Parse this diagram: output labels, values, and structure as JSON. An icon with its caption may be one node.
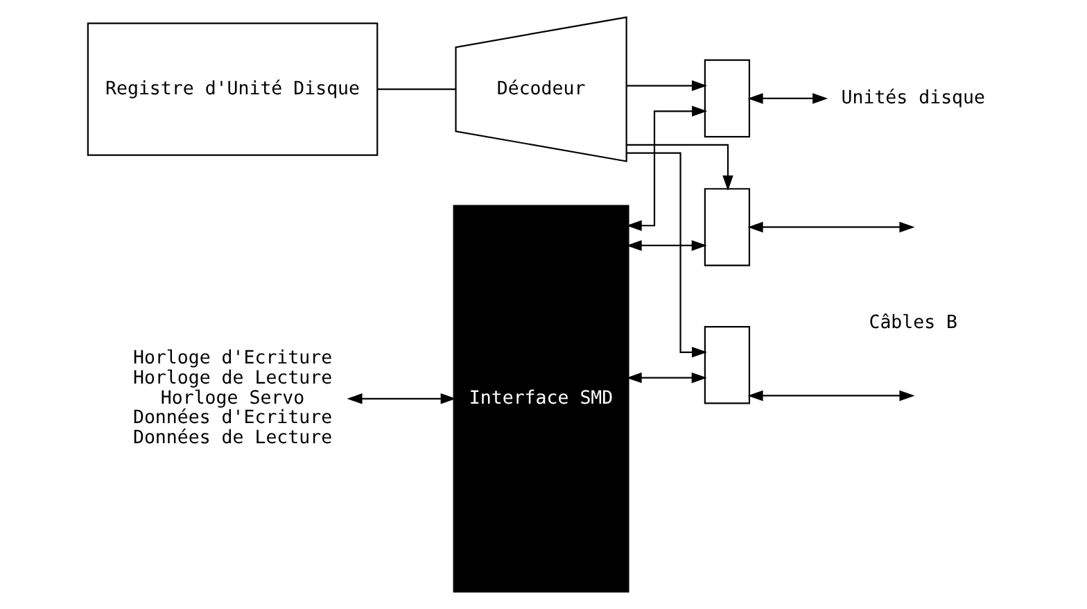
{
  "diagram": {
    "nodes": [
      {
        "text": [
          "Registre d'Unité Disque"
        ]
      },
      {
        "text": [
          "Décodeur"
        ]
      },
      {
        "text": [
          "Interface SMD"
        ]
      },
      {
        "text": [],
        "shape": "box"
      },
      {
        "text": [],
        "shape": "box"
      },
      {
        "text": [],
        "shape": "box"
      },
      {
        "text": [
          "Unités disque"
        ]
      },
      {
        "text": [
          "Horloge d'Ecriture",
          "Horloge de Lecture",
          "Horloge Servo",
          "Données d'Ecriture",
          "Données de Lecture"
        ]
      }
    ],
    "edges": [
      {
        "from": 0,
        "to": 1,
        "arrow": "none"
      },
      {
        "from": 1,
        "to": 3,
        "arrow": "to"
      },
      {
        "from": 1,
        "to": 4,
        "arrow": "to"
      },
      {
        "from": 1,
        "to": 5,
        "arrow": "to"
      },
      {
        "from": 2,
        "to": 3,
        "arrow": "both"
      },
      {
        "from": 2,
        "to": 4,
        "arrow": "both"
      },
      {
        "from": 2,
        "to": 5,
        "arrow": "both"
      },
      {
        "from": 3,
        "to": 6,
        "arrow": "both"
      },
      {
        "from": 4,
        "to": null,
        "arrow": "both"
      },
      {
        "from": 5,
        "to": null,
        "arrow": "both"
      },
      {
        "from": 7,
        "to": 2,
        "arrow": "both"
      }
    ],
    "labels": [
      "Câbles B"
    ]
  }
}
